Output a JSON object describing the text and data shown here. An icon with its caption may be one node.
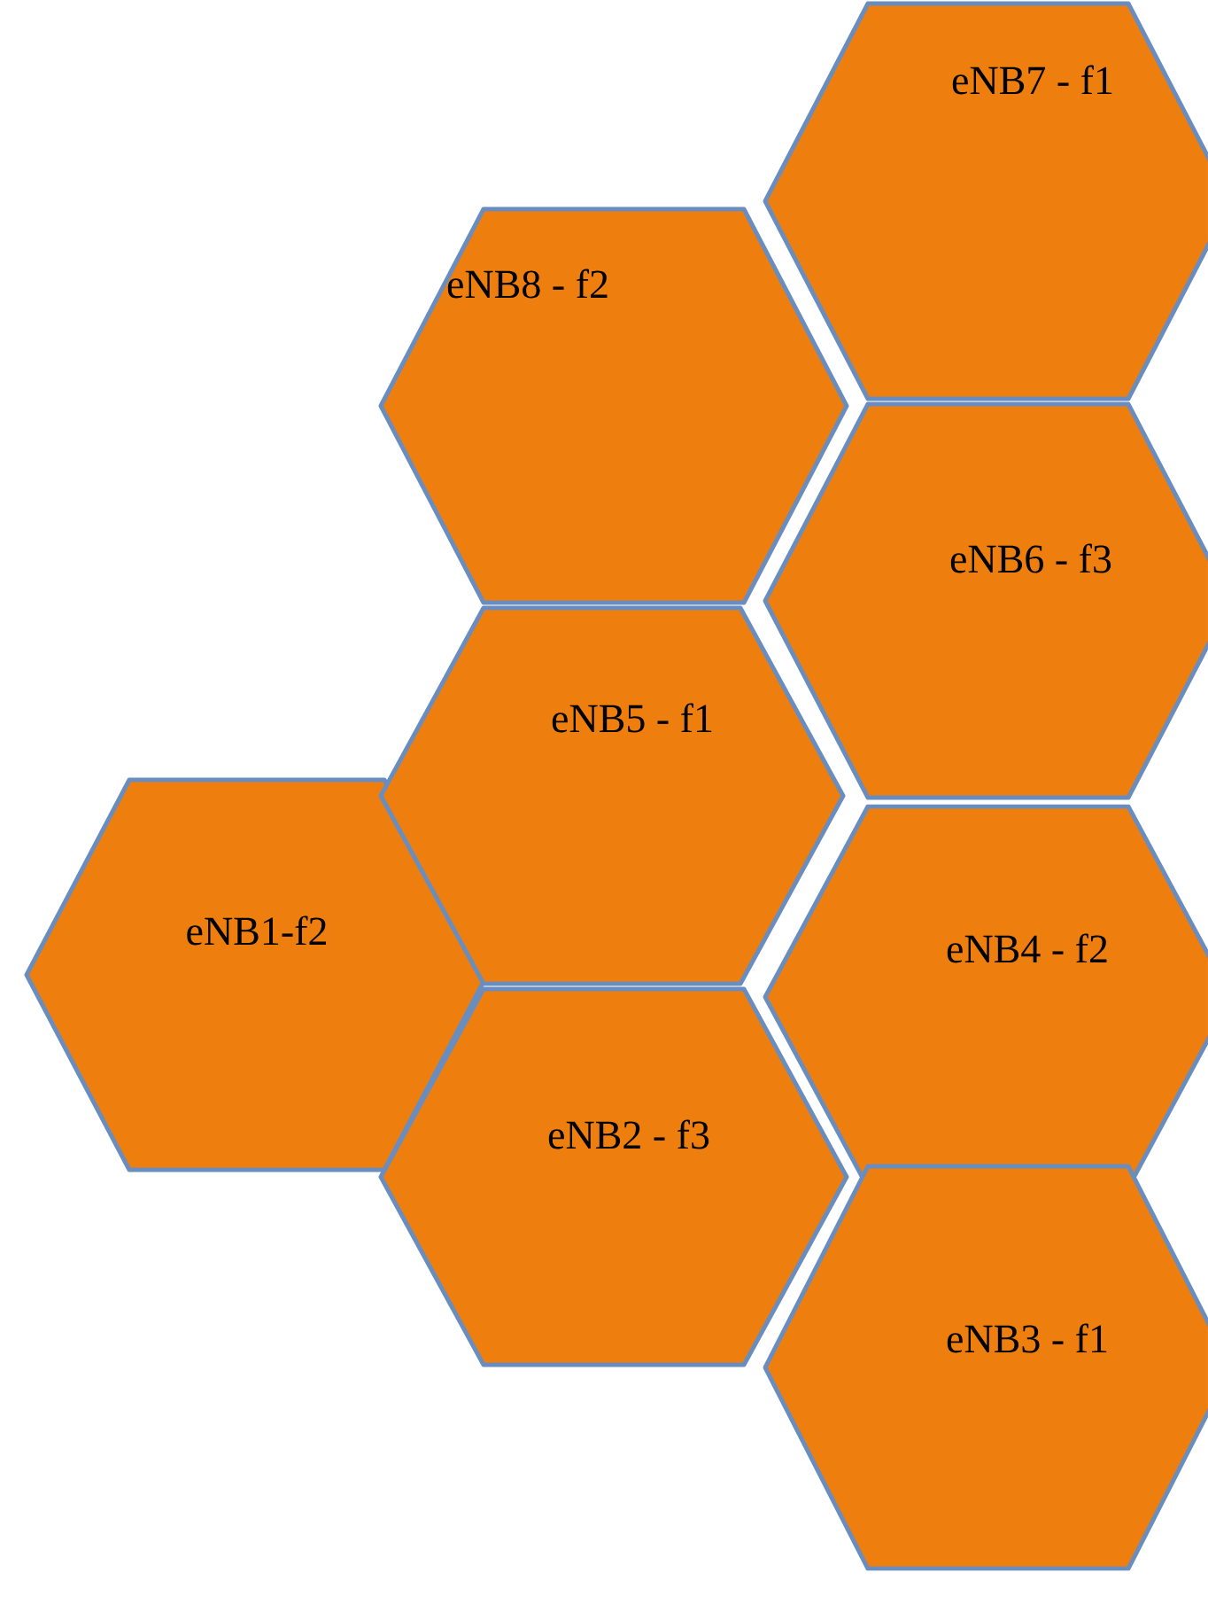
{
  "diagram": {
    "nodes": [
      {
        "text": [
          "eNB7 - f1"
        ]
      },
      {
        "text": [
          "eNB8 - f2"
        ]
      },
      {
        "text": [
          "eNB6 - f3"
        ]
      },
      {
        "text": [
          "eNB5 - f1"
        ]
      },
      {
        "text": [
          "eNB1-f2"
        ]
      },
      {
        "text": [
          "eNB4 - f2"
        ]
      },
      {
        "text": [
          "eNB2 - f3"
        ]
      },
      {
        "text": [
          "eNB3 - f1"
        ]
      }
    ]
  }
}
